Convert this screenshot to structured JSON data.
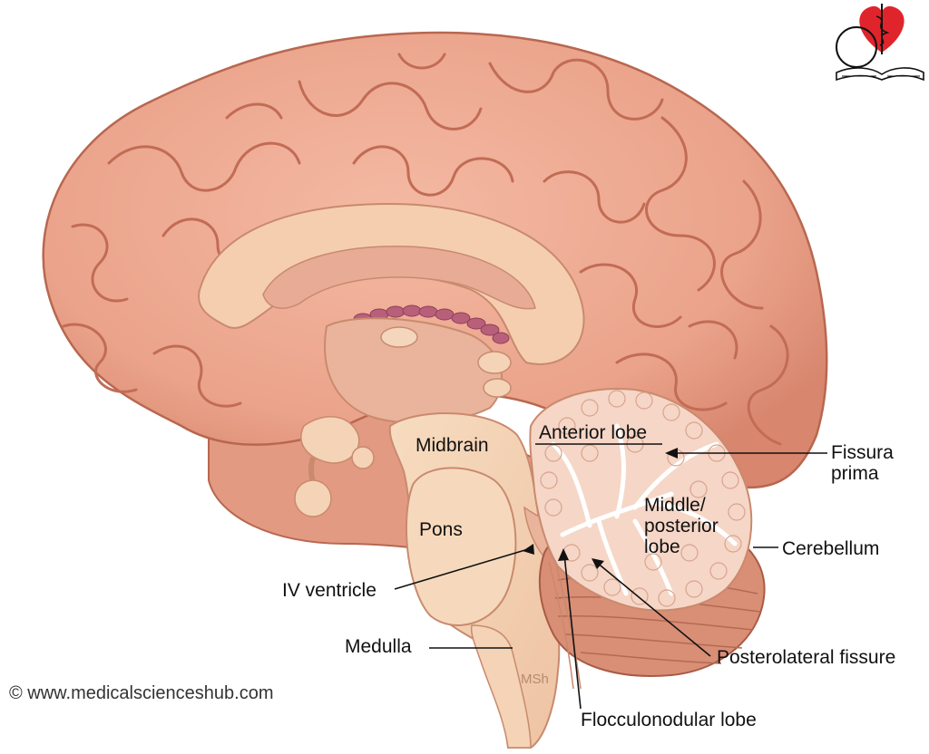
{
  "labels": {
    "anterior_lobe": "Anterior lobe",
    "fissura_prima": "Fissura\nprima",
    "midbrain": "Midbrain",
    "middle_posterior_lobe": "Middle/\nposterior\nlobe",
    "pons": "Pons",
    "cerebellum": "Cerebellum",
    "iv_ventricle": "IV ventricle",
    "medulla": "Medulla",
    "posterolateral_fissure": "Posterolateral fissure",
    "flocculonodular_lobe": "Flocculonodular lobe"
  },
  "signature": "MSh",
  "credit": "© www.medicalscienceshub.com",
  "logo_icon": "heart-stethoscope-book-logo",
  "colors": {
    "cerebrum": "#eba58f",
    "cerebrum_dark": "#c86f58",
    "brainstem": "#f3cfaf",
    "cerebellum_cortex": "#f6d6c6",
    "fornix_pink": "#b8607a",
    "logo_red": "#e0242b"
  }
}
